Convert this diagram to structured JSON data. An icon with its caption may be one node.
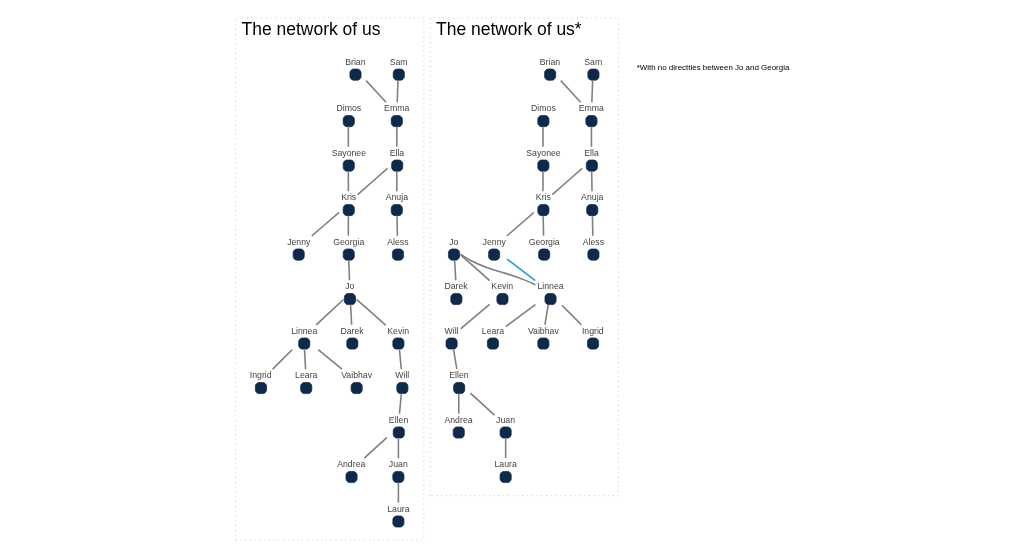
{
  "diagram": {
    "nodes": [
      {
        "text": [
          "The network of us"
        ]
      },
      {
        "text": [],
        "shape": "circle",
        "beside": [
          "Sam"
        ],
        "in": 0
      },
      {
        "text": [],
        "shape": "circle",
        "beside": [
          "Brian"
        ],
        "in": 0
      },
      {
        "text": [],
        "shape": "circle",
        "beside": [
          "Emma"
        ],
        "in": 0
      },
      {
        "text": [],
        "shape": "circle",
        "beside": [
          "Dimos"
        ],
        "in": 0
      },
      {
        "text": [],
        "shape": "circle",
        "beside": [
          "Ella"
        ],
        "in": 0
      },
      {
        "text": [],
        "shape": "circle",
        "beside": [
          "Sayonee"
        ],
        "in": 0
      },
      {
        "text": [],
        "shape": "circle",
        "beside": [
          "Anuja"
        ],
        "in": 0
      },
      {
        "text": [],
        "shape": "circle",
        "beside": [
          "Aless"
        ],
        "in": 0
      },
      {
        "text": [],
        "shape": "circle",
        "beside": [
          "Kris"
        ],
        "in": 0
      },
      {
        "text": [],
        "shape": "circle",
        "beside": [
          "Jenny"
        ],
        "in": 0
      },
      {
        "text": [],
        "shape": "circle",
        "beside": [
          "Georgia"
        ],
        "in": 0
      },
      {
        "text": [],
        "shape": "circle",
        "beside": [
          "Ingrid"
        ],
        "in": 0
      },
      {
        "text": [],
        "shape": "circle",
        "beside": [
          "Leara"
        ],
        "in": 0
      },
      {
        "text": [],
        "shape": "circle",
        "beside": [
          "Jo"
        ],
        "in": 0
      },
      {
        "text": [],
        "shape": "circle",
        "beside": [
          "Linnea"
        ],
        "in": 0
      },
      {
        "text": [],
        "shape": "circle",
        "beside": [
          "Darek"
        ],
        "in": 0
      },
      {
        "text": [],
        "shape": "circle",
        "beside": [
          "Vaibhav"
        ],
        "in": 0
      },
      {
        "text": [],
        "shape": "circle",
        "beside": [
          "Kevin"
        ],
        "in": 0
      },
      {
        "text": [],
        "shape": "circle",
        "beside": [
          "Will"
        ],
        "in": 0
      },
      {
        "text": [],
        "shape": "circle",
        "beside": [
          "Ellen"
        ],
        "in": 0
      },
      {
        "text": [],
        "shape": "circle",
        "beside": [
          "Andrea"
        ],
        "in": 0
      },
      {
        "text": [],
        "shape": "circle",
        "beside": [
          "Juan"
        ],
        "in": 0
      },
      {
        "text": [],
        "shape": "circle",
        "beside": [
          "Laura"
        ],
        "in": 0
      },
      {
        "text": [
          "The network of us*"
        ]
      },
      {
        "text": [],
        "shape": "circle",
        "beside": [
          "Sam"
        ],
        "in": 24
      },
      {
        "text": [],
        "shape": "circle",
        "beside": [
          "Brian"
        ],
        "in": 24
      },
      {
        "text": [],
        "shape": "circle",
        "beside": [
          "Emma"
        ],
        "in": 24
      },
      {
        "text": [],
        "shape": "circle",
        "beside": [
          "Dimos"
        ],
        "in": 24
      },
      {
        "text": [],
        "shape": "circle",
        "beside": [
          "Ella"
        ],
        "in": 24
      },
      {
        "text": [],
        "shape": "circle",
        "beside": [
          "Sayonee"
        ],
        "in": 24
      },
      {
        "text": [],
        "shape": "circle",
        "beside": [
          "Anuja"
        ],
        "in": 24
      },
      {
        "text": [],
        "shape": "circle",
        "beside": [
          "Aless"
        ],
        "in": 24
      },
      {
        "text": [],
        "shape": "circle",
        "beside": [
          "Kris"
        ],
        "in": 24
      },
      {
        "text": [],
        "shape": "circle",
        "beside": [
          "Jenny"
        ],
        "in": 24
      },
      {
        "text": [],
        "shape": "circle",
        "beside": [
          "Georgia"
        ],
        "in": 24
      },
      {
        "text": [],
        "shape": "circle",
        "beside": [
          "Ingrid"
        ],
        "in": 24
      },
      {
        "text": [],
        "shape": "circle",
        "beside": [
          "Leara"
        ],
        "in": 24
      },
      {
        "text": [],
        "shape": "circle",
        "beside": [
          "Jo"
        ],
        "in": 24
      },
      {
        "text": [],
        "shape": "circle",
        "beside": [
          "Linnea"
        ],
        "in": 24
      },
      {
        "text": [],
        "shape": "circle",
        "beside": [
          "Darek"
        ],
        "in": 24
      },
      {
        "text": [],
        "shape": "circle",
        "beside": [
          "Vaibhav"
        ],
        "in": 24
      },
      {
        "text": [],
        "shape": "circle",
        "beside": [
          "Kevin"
        ],
        "in": 24
      },
      {
        "text": [],
        "shape": "circle",
        "beside": [
          "Will"
        ],
        "in": 24
      },
      {
        "text": [],
        "shape": "circle",
        "beside": [
          "Ellen"
        ],
        "in": 24
      },
      {
        "text": [],
        "shape": "circle",
        "beside": [
          "Andrea"
        ],
        "in": 24
      },
      {
        "text": [],
        "shape": "circle",
        "beside": [
          "Juan"
        ],
        "in": 24
      },
      {
        "text": [],
        "shape": "circle",
        "beside": [
          "Laura"
        ],
        "in": 24
      }
    ],
    "edges": [
      {
        "from": 1,
        "to": 3,
        "arrow": "none"
      },
      {
        "from": 2,
        "to": 3,
        "arrow": "none"
      },
      {
        "from": 3,
        "to": 5,
        "arrow": "none"
      },
      {
        "from": 5,
        "to": 7,
        "arrow": "none"
      },
      {
        "from": 7,
        "to": 8,
        "arrow": "none"
      },
      {
        "from": 5,
        "to": 9,
        "arrow": "none"
      },
      {
        "from": 4,
        "to": 6,
        "arrow": "none"
      },
      {
        "from": 6,
        "to": 9,
        "arrow": "none"
      },
      {
        "from": 9,
        "to": 10,
        "arrow": "none"
      },
      {
        "from": 9,
        "to": 11,
        "arrow": "none"
      },
      {
        "from": 11,
        "to": 14,
        "arrow": "none"
      },
      {
        "from": 14,
        "to": 16,
        "arrow": "none"
      },
      {
        "from": 14,
        "to": 15,
        "arrow": "none"
      },
      {
        "from": 15,
        "to": 12,
        "arrow": "none"
      },
      {
        "from": 15,
        "to": 13,
        "arrow": "none"
      },
      {
        "from": 15,
        "to": 17,
        "arrow": "none"
      },
      {
        "from": 14,
        "to": 18,
        "arrow": "none"
      },
      {
        "from": 18,
        "to": 19,
        "arrow": "none"
      },
      {
        "from": 19,
        "to": 20,
        "arrow": "none"
      },
      {
        "from": 20,
        "to": 21,
        "arrow": "none"
      },
      {
        "from": 20,
        "to": 22,
        "arrow": "none"
      },
      {
        "from": 22,
        "to": 23,
        "arrow": "none"
      },
      {
        "from": 25,
        "to": 27,
        "arrow": "none"
      },
      {
        "from": 26,
        "to": 27,
        "arrow": "none"
      },
      {
        "from": 27,
        "to": 29,
        "arrow": "none"
      },
      {
        "from": 29,
        "to": 31,
        "arrow": "none"
      },
      {
        "from": 31,
        "to": 32,
        "arrow": "none"
      },
      {
        "from": 29,
        "to": 33,
        "arrow": "none"
      },
      {
        "from": 28,
        "to": 30,
        "arrow": "none"
      },
      {
        "from": 30,
        "to": 33,
        "arrow": "none"
      },
      {
        "from": 33,
        "to": 34,
        "arrow": "none"
      },
      {
        "from": 33,
        "to": 35,
        "arrow": "none"
      },
      {
        "from": 34,
        "to": 39,
        "arrow": "none",
        "color": "#1ba1e2"
      },
      {
        "from": 38,
        "to": 40,
        "arrow": "none"
      },
      {
        "from": 38,
        "to": 39,
        "arrow": "none"
      },
      {
        "from": 39,
        "to": 36,
        "arrow": "none"
      },
      {
        "from": 39,
        "to": 37,
        "arrow": "none"
      },
      {
        "from": 39,
        "to": 41,
        "arrow": "none"
      },
      {
        "from": 38,
        "to": 42,
        "arrow": "none"
      },
      {
        "from": 42,
        "to": 43,
        "arrow": "none"
      },
      {
        "from": 43,
        "to": 44,
        "arrow": "none"
      },
      {
        "from": 44,
        "to": 45,
        "arrow": "none"
      },
      {
        "from": 44,
        "to": 46,
        "arrow": "none"
      },
      {
        "from": 46,
        "to": 47,
        "arrow": "none"
      }
    ],
    "labels": [
      "*With no directties between Jo and Georgia"
    ]
  }
}
